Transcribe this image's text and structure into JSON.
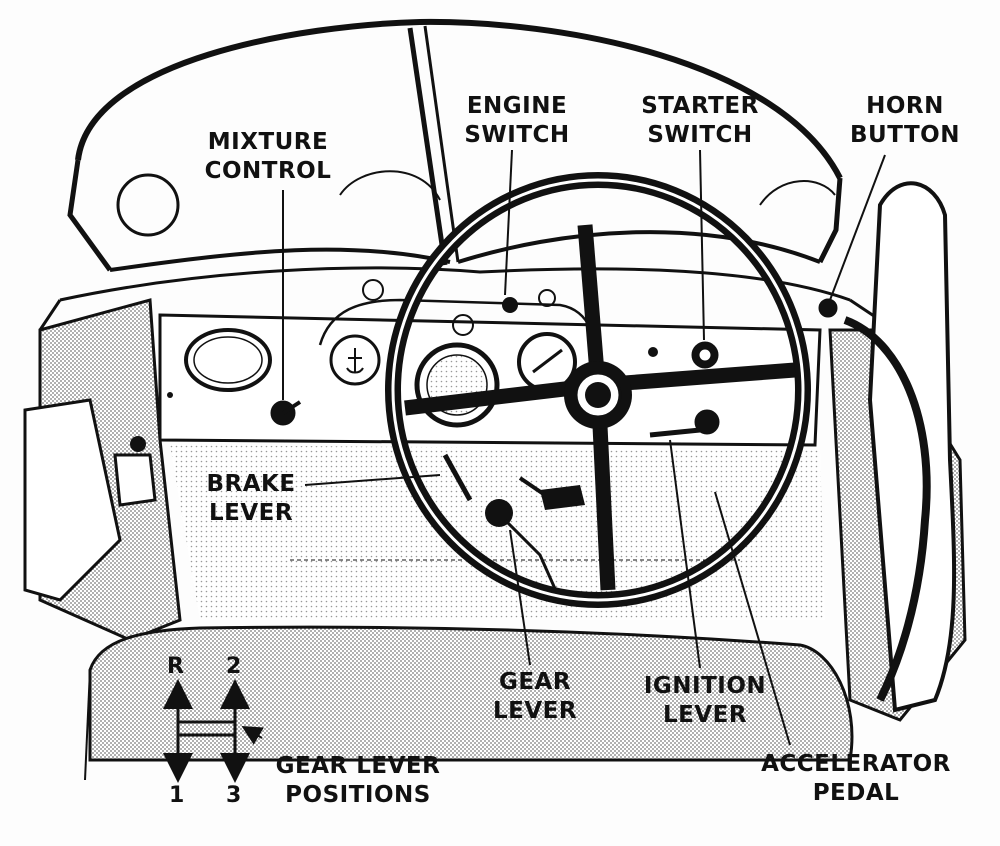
{
  "labels": {
    "engine_switch": [
      "ENGINE",
      "SWITCH"
    ],
    "starter_switch": [
      "STARTER",
      "SWITCH"
    ],
    "horn_button": [
      "HORN",
      "BUTTON"
    ],
    "mixture_control": [
      "MIXTURE",
      "CONTROL"
    ],
    "brake_lever": [
      "BRAKE",
      "LEVER"
    ],
    "gear_lever": [
      "GEAR",
      "LEVER"
    ],
    "ignition_lever": [
      "IGNITION",
      "LEVER"
    ],
    "accelerator_pedal": [
      "ACCELERATOR",
      "PEDAL"
    ],
    "gear_lever_positions": [
      "GEAR LEVER",
      "POSITIONS"
    ]
  },
  "gear_positions": {
    "reverse": "R",
    "second": "2",
    "first": "1",
    "third": "3"
  },
  "colors": {
    "ink": "#111111",
    "stipple": "#9a9a9a",
    "paper": "#fdfdfd"
  }
}
